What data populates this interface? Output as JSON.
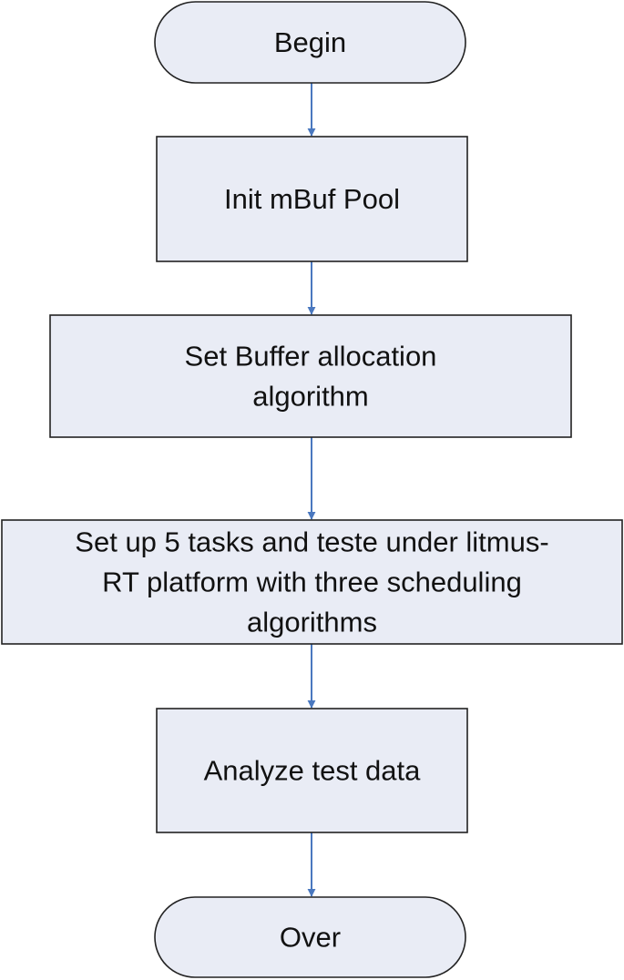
{
  "colors": {
    "node_fill": "#e9ecf5",
    "node_stroke": "#222222",
    "arrow": "#4a78bf",
    "text": "#111111"
  },
  "flowchart": {
    "nodes": [
      {
        "id": "begin",
        "shape": "terminator",
        "lines": [
          "Begin"
        ]
      },
      {
        "id": "init-mbuf-pool",
        "shape": "process",
        "lines": [
          "Init mBuf Pool"
        ]
      },
      {
        "id": "set-buffer-allocation",
        "shape": "process",
        "lines": [
          "Set Buffer allocation",
          "algorithm"
        ]
      },
      {
        "id": "set-up-tasks",
        "shape": "process",
        "lines": [
          "Set up 5 tasks and teste under litmus-",
          "RT platform with three scheduling",
          "algorithms"
        ]
      },
      {
        "id": "analyze-test-data",
        "shape": "process",
        "lines": [
          "Analyze test data"
        ]
      },
      {
        "id": "over",
        "shape": "terminator",
        "lines": [
          "Over"
        ]
      }
    ],
    "edges": [
      {
        "from": "begin",
        "to": "init-mbuf-pool"
      },
      {
        "from": "init-mbuf-pool",
        "to": "set-buffer-allocation"
      },
      {
        "from": "set-buffer-allocation",
        "to": "set-up-tasks"
      },
      {
        "from": "set-up-tasks",
        "to": "analyze-test-data"
      },
      {
        "from": "analyze-test-data",
        "to": "over"
      }
    ]
  }
}
